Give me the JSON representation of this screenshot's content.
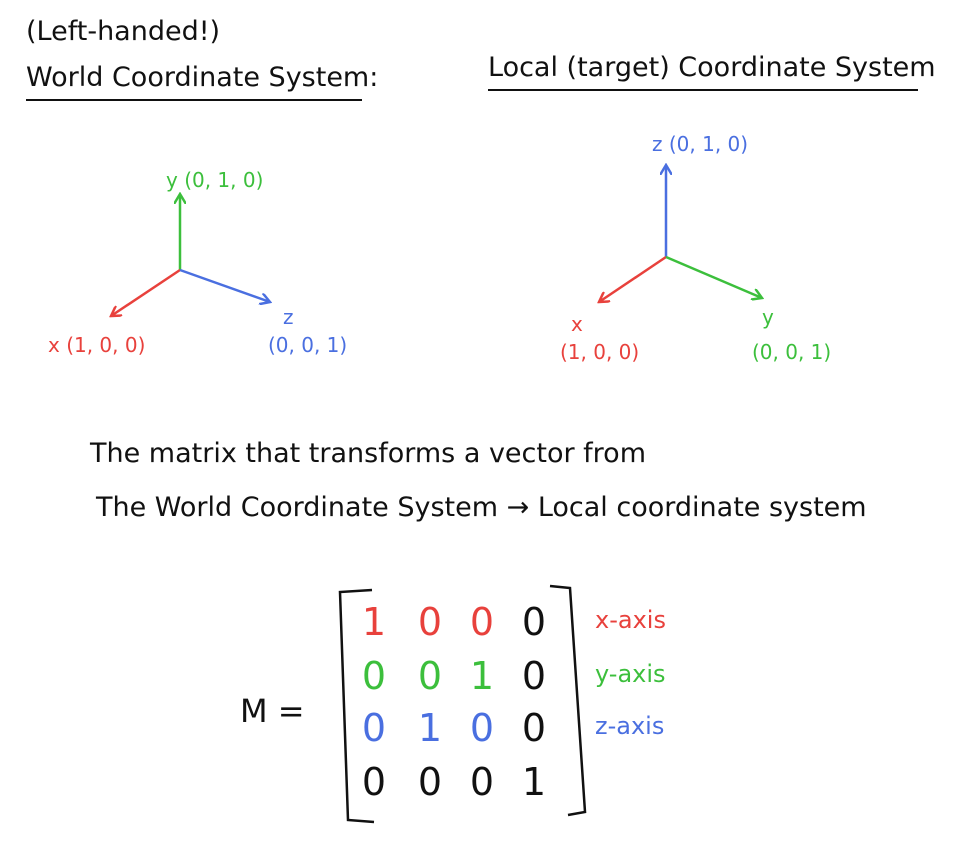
{
  "colors": {
    "x": "#e8413c",
    "y": "#3cbf3c",
    "z": "#4a6fe0",
    "ink": "#111111"
  },
  "world": {
    "note": "(Left-handed!)",
    "title": "World Coordinate System:",
    "y_label": "y (0, 1, 0)",
    "x_label": "x (1, 0, 0)",
    "z_name": "z",
    "z_coords": "(0, 0, 1)"
  },
  "local": {
    "title": "Local (target) Coordinate System",
    "z_label": "z (0, 1, 0)",
    "x_name": "x",
    "x_coords": "(1, 0, 0)",
    "y_name": "y",
    "y_coords": "(0, 0, 1)"
  },
  "description": {
    "line1": "The matrix that transforms a vector from",
    "line2": "The World Coordinate System → Local coordinate system"
  },
  "matrix": {
    "name": "M =",
    "rows": [
      {
        "values": [
          "1",
          "0",
          "0",
          "0"
        ],
        "colors": [
          "x",
          "x",
          "x",
          "ink"
        ],
        "label": "x-axis",
        "label_color": "x"
      },
      {
        "values": [
          "0",
          "0",
          "1",
          "0"
        ],
        "colors": [
          "y",
          "y",
          "y",
          "ink"
        ],
        "label": "y-axis",
        "label_color": "y"
      },
      {
        "values": [
          "0",
          "1",
          "0",
          "0"
        ],
        "colors": [
          "z",
          "z",
          "z",
          "ink"
        ],
        "label": "z-axis",
        "label_color": "z"
      },
      {
        "values": [
          "0",
          "0",
          "0",
          "1"
        ],
        "colors": [
          "ink",
          "ink",
          "ink",
          "ink"
        ],
        "label": "",
        "label_color": "ink"
      }
    ]
  }
}
